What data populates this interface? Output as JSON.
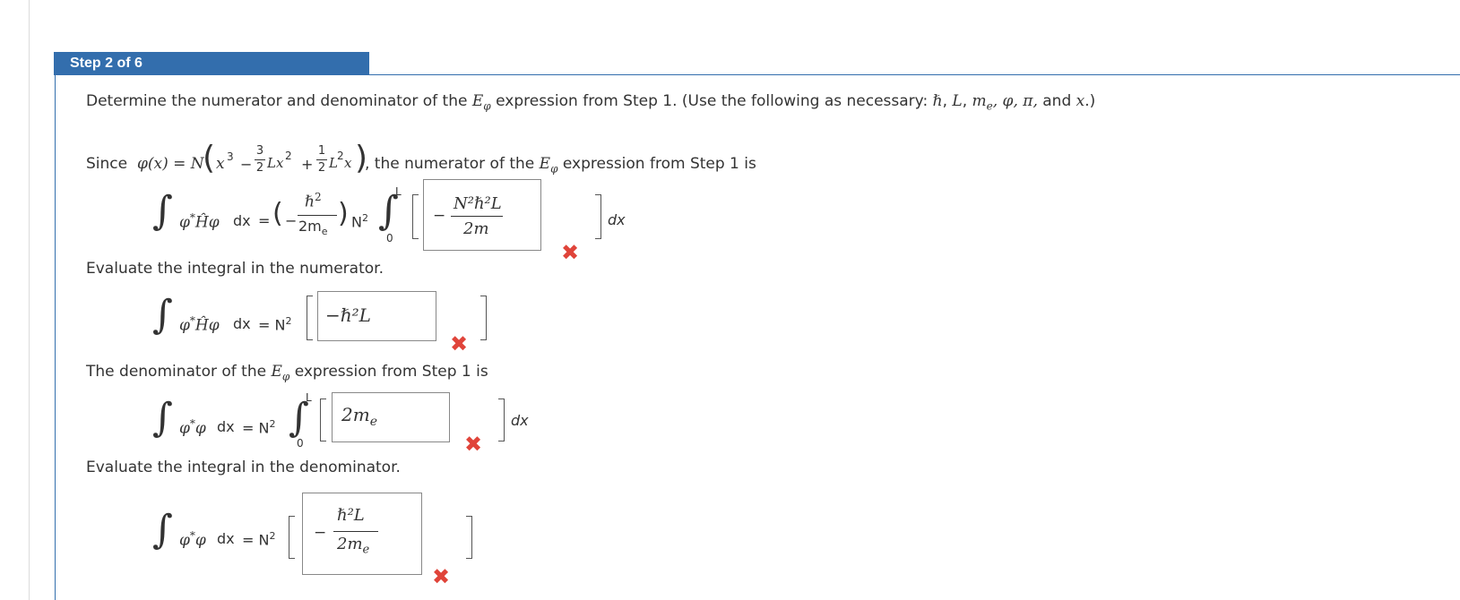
{
  "step": {
    "label": "Step 2 of 6"
  },
  "instructions": {
    "before": "Determine the numerator and denominator of the ",
    "e_symbol": "E",
    "e_sub": "φ",
    "middle": " expression from Step 1. (Use the following as necessary: ",
    "vars_hbar": "ℏ",
    "vars_L": "L",
    "vars_m": "m",
    "vars_m_sub": "e",
    "vars_rest": ", φ, π, ",
    "vars_and": "and ",
    "vars_x": "x",
    "end": ".)"
  },
  "since_line": {
    "since": "Since",
    "phi_x": "φ(x) = N",
    "x3": "x",
    "x3_exp": "3",
    "minus": "−",
    "frac1_num": "3",
    "frac1_den": "2",
    "Lx2": "Lx",
    "Lx2_exp": "2",
    "plus": "+",
    "frac2_num": "1",
    "frac2_den": "2",
    "L2x": "L",
    "L2x_exp": "2",
    "L2x_x": "x",
    "after": ", the numerator of the ",
    "e_symbol": "E",
    "e_sub": "φ",
    "tail": " expression from Step 1 is"
  },
  "eq1": {
    "integrand": "φ",
    "star": "*",
    "H": "Ĥ",
    "phi": "φ",
    "dx": "dx",
    "eq": "=",
    "minus": "−",
    "hbar2": "ℏ",
    "hbar2_exp": "2",
    "den": "2m",
    "den_sub": "e",
    "N2": "N",
    "N2_exp": "2",
    "upper": "L",
    "lower": "0",
    "answer": {
      "minus": "−",
      "num": "N²ℏ²L",
      "den": "2m"
    },
    "dx_after": "dx"
  },
  "evaluate_numerator": "Evaluate the integral in the numerator.",
  "eq2": {
    "integrand": "φ",
    "star": "*",
    "H": "Ĥ",
    "phi": "φ",
    "dx": "dx",
    "eq": "= N",
    "N2_exp": "2",
    "answer": "−ℏ²L"
  },
  "denominator_line": {
    "before": "The denominator of the ",
    "e_symbol": "E",
    "e_sub": "φ",
    "after": " expression from Step 1 is"
  },
  "eq3": {
    "integrand": "φ",
    "star": "*",
    "phi": "φ",
    "dx": "dx",
    "eq": "= N",
    "N2_exp": "2",
    "upper": "L",
    "lower": "0",
    "answer": "2m",
    "answer_sub": "e",
    "dx_after": "dx"
  },
  "evaluate_denominator": "Evaluate the integral in the denominator.",
  "eq4": {
    "integrand": "φ",
    "star": "*",
    "phi": "φ",
    "dx": "dx",
    "eq": "= N",
    "N2_exp": "2",
    "answer": {
      "minus": "−",
      "num": "ℏ²L",
      "den": "2m",
      "den_sub": "e"
    }
  },
  "colors": {
    "accent": "#336ead",
    "incorrect": "#e0443a"
  },
  "icons": {
    "incorrect": "x-mark-icon"
  }
}
